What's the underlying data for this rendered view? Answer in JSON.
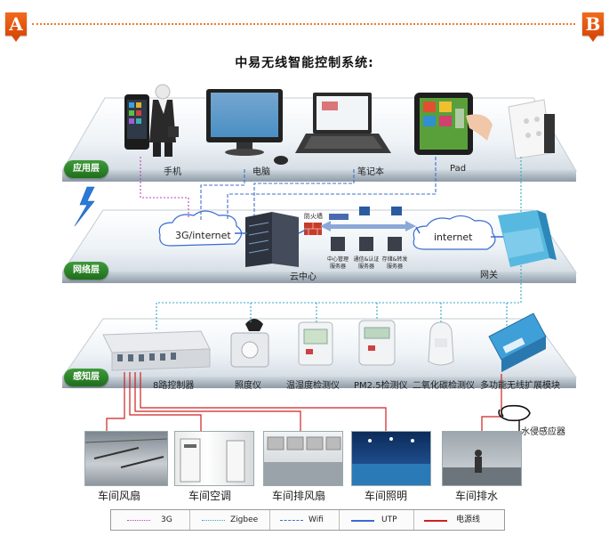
{
  "markers": {
    "a": "A",
    "b": "B"
  },
  "title": "中易无线智能控制系统:",
  "layers": {
    "application": {
      "tag": "应用层",
      "devices": [
        "手机",
        "电脑",
        "笔记本",
        "Pad"
      ]
    },
    "network": {
      "tag": "网络层",
      "cloud_left": "3G/internet",
      "cloud_right": "internet",
      "firewall": "防火墙",
      "servers": [
        "中心管理\n服务器",
        "通信&认证\n服务器",
        "存储&转发\n服务器"
      ],
      "cloud_center": "云中心",
      "gateway": "网关"
    },
    "sensing": {
      "tag": "感知层",
      "devices": [
        "8路控制器",
        "照度仪",
        "温湿度检测仪",
        "PM2.5检测仪",
        "二氧化碳检测仪",
        "多功能无线扩展模块"
      ]
    }
  },
  "water_sensor": "水侵感应器",
  "workshop": [
    "车间风扇",
    "车间空调",
    "车间排风扇",
    "车间照明",
    "车间排水"
  ],
  "legend": [
    {
      "label": "3G",
      "color": "#c040c0",
      "style": "dotted"
    },
    {
      "label": "Zigbee",
      "color": "#30a8c8",
      "style": "dotted"
    },
    {
      "label": "Wifi",
      "color": "#4070c8",
      "style": "dashed"
    },
    {
      "label": "UTP",
      "color": "#3a6ad0",
      "style": "solid"
    },
    {
      "label": "电源线",
      "color": "#d02020",
      "style": "solid"
    }
  ],
  "colors": {
    "accent_orange": "#e85a12",
    "layer_tag_green": "#2f8a2b",
    "line_3g": "#c040c0",
    "line_zigbee": "#30a8c8",
    "line_wifi": "#4070c8",
    "line_utp": "#3a6ad0",
    "line_power": "#d02020"
  }
}
